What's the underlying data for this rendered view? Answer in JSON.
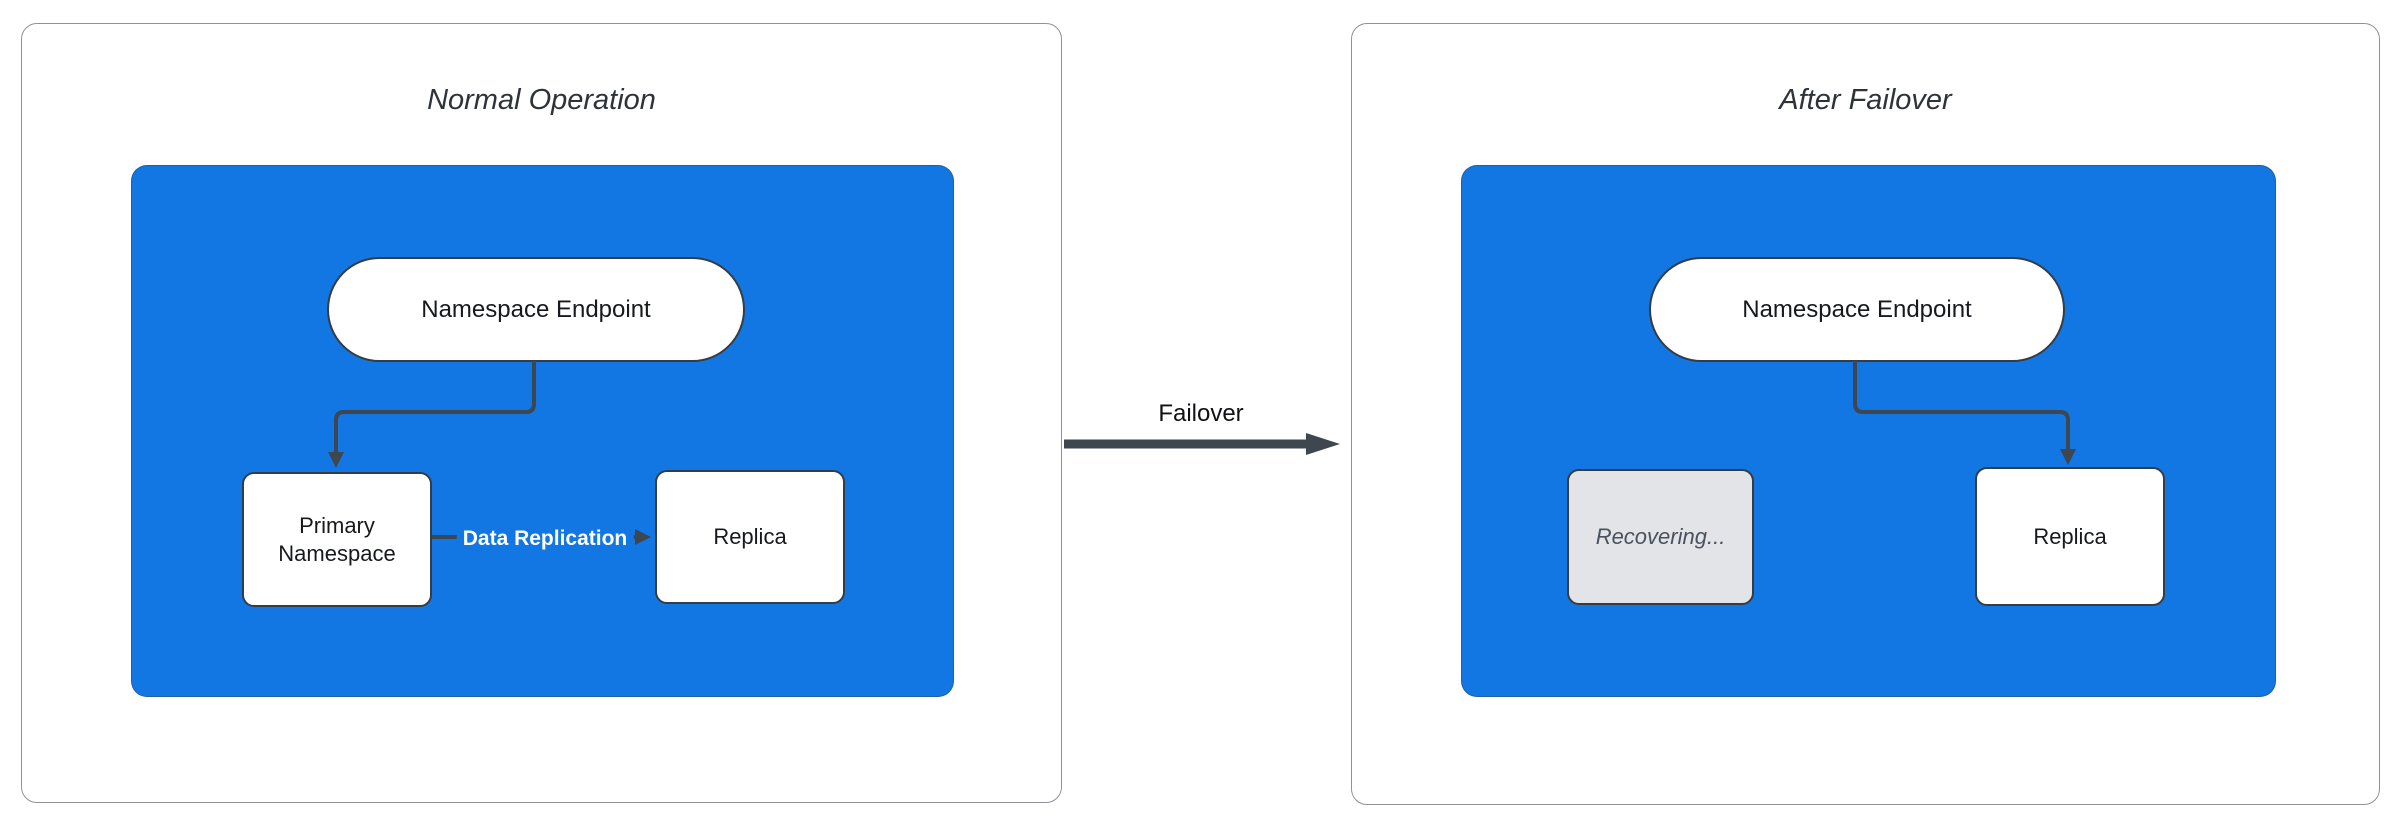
{
  "colors": {
    "container_blue": "#1277E3",
    "connector": "#3E4650",
    "node_border": "#343C44",
    "node_text": "#17191D",
    "recovering_fill": "#E2E4E7",
    "recovering_text": "#49525E",
    "panel_border": "#8F9296",
    "edge_label_text": "#FFFFFF"
  },
  "panels": [
    {
      "title": "Normal Operation",
      "nodes": {
        "endpoint": "Namespace Endpoint",
        "primary": "Primary Namespace",
        "replica": "Replica"
      },
      "edge_label": "Data Replication"
    },
    {
      "title": "After Failover",
      "nodes": {
        "endpoint": "Namespace Endpoint",
        "recovering": "Recovering...",
        "replica": "Replica"
      }
    }
  ],
  "failover_label": "Failover"
}
